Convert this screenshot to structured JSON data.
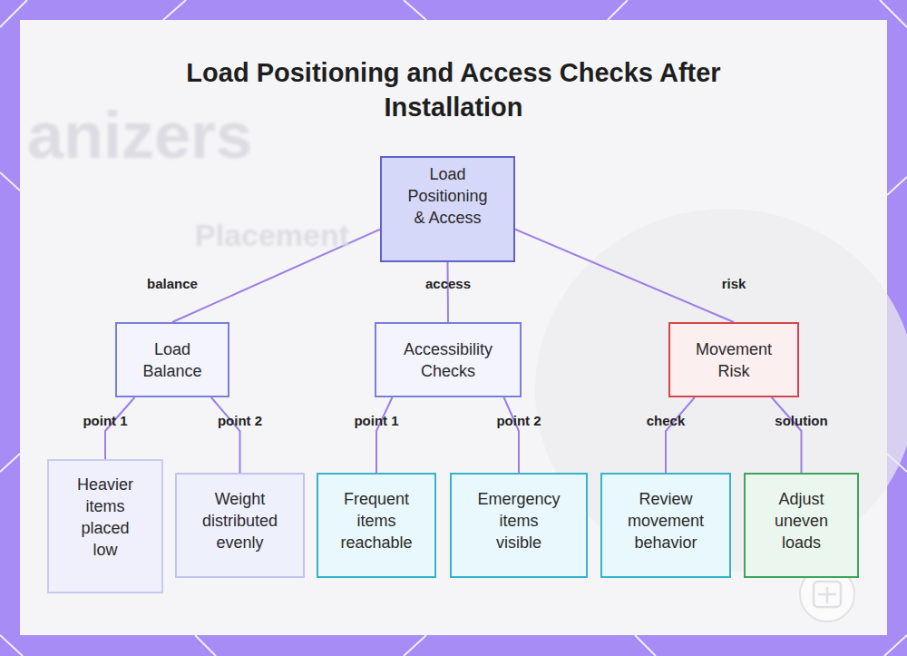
{
  "diagram": {
    "title": "Load Positioning and Access Checks After Installation",
    "nodes": [
      {
        "text": [
          "Load Positioning & Access"
        ]
      },
      {
        "text": [
          "Load Balance"
        ]
      },
      {
        "text": [
          "Accessibility Checks"
        ]
      },
      {
        "text": [
          "Movement Risk"
        ]
      },
      {
        "text": [
          "Heavier items placed low"
        ]
      },
      {
        "text": [
          "Weight distributed evenly"
        ]
      },
      {
        "text": [
          "Frequent items reachable"
        ]
      },
      {
        "text": [
          "Emergency items visible"
        ]
      },
      {
        "text": [
          "Review movement behavior"
        ]
      },
      {
        "text": [
          "Adjust uneven loads"
        ]
      }
    ],
    "edges": [
      {
        "from": 0,
        "to": 1,
        "label": "balance",
        "arrow": "none"
      },
      {
        "from": 0,
        "to": 2,
        "label": "access",
        "arrow": "none"
      },
      {
        "from": 0,
        "to": 3,
        "label": "risk",
        "arrow": "none"
      },
      {
        "from": 1,
        "to": 4,
        "label": "point 1",
        "arrow": "none"
      },
      {
        "from": 1,
        "to": 5,
        "label": "point 2",
        "arrow": "none"
      },
      {
        "from": 2,
        "to": 6,
        "label": "point 1",
        "arrow": "none"
      },
      {
        "from": 2,
        "to": 7,
        "label": "point 2",
        "arrow": "none"
      },
      {
        "from": 3,
        "to": 8,
        "label": "check",
        "arrow": "none"
      },
      {
        "from": 3,
        "to": 9,
        "label": "solution",
        "arrow": "none"
      }
    ],
    "labels": [
      "anizers",
      "Placement"
    ]
  }
}
